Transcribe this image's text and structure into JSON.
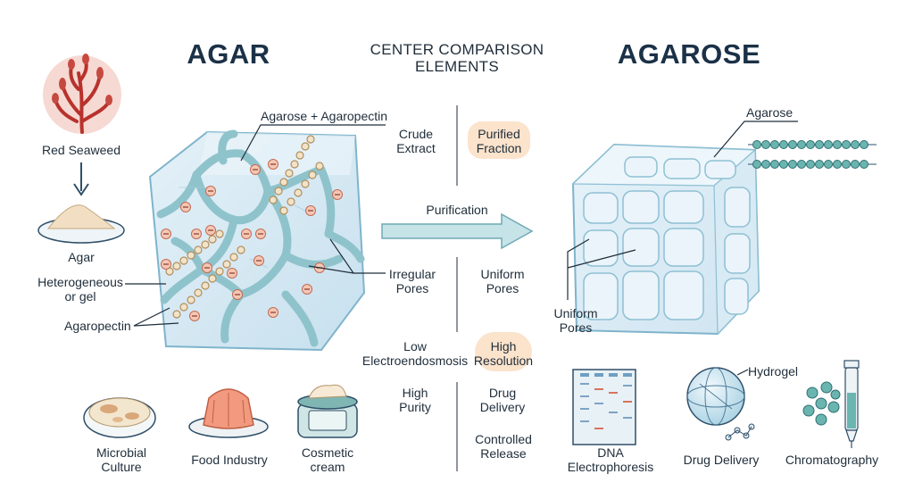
{
  "titles": {
    "left": "AGAR",
    "center": [
      "CENTER COMPARISON",
      "ELEMENTS"
    ],
    "right": "AGAROSE"
  },
  "left_labels": {
    "red_seaweed": "Red Seaweed",
    "agar": "Agar",
    "heterogeneous": [
      "Heterogeneous",
      "or gel"
    ],
    "agaropectin": "Agaropectin",
    "agarose_agaropectin": "Agarose + Agaropectin",
    "irregular_pores": [
      "Irregular",
      "Pores"
    ]
  },
  "comparison": {
    "crude_extract": [
      "Crude",
      "Extract"
    ],
    "purified_fraction": [
      "Purified",
      "Fraction"
    ],
    "purification": "Purification",
    "uniform_pores": [
      "Uniform",
      "Pores"
    ],
    "low_eeo": [
      "Low",
      "Electroendosmosis"
    ],
    "high_resolution": [
      "High",
      "Resolution"
    ],
    "high_purity": [
      "High",
      "Purity"
    ],
    "drug_delivery": [
      "Drug",
      "Delivery"
    ],
    "controlled_release": [
      "Controlled",
      "Release"
    ]
  },
  "right_labels": {
    "agarose": "Agarose",
    "uniform_pores": [
      "Uniform",
      "Pores"
    ],
    "hydrogel": "Hydrogel"
  },
  "applications": {
    "agar": [
      {
        "name": [
          "Microbial",
          "Culture"
        ],
        "icon": "petri-dish-icon"
      },
      {
        "name": [
          "Food Industry"
        ],
        "icon": "jelly-icon"
      },
      {
        "name": [
          "Cosmetic",
          "cream"
        ],
        "icon": "cream-jar-icon"
      }
    ],
    "agarose": [
      {
        "name": [
          "DNA",
          "Electrophoresis"
        ],
        "icon": "gel-electrophoresis-icon"
      },
      {
        "name": [
          "Drug Delivery"
        ],
        "icon": "hydrogel-sphere-icon"
      },
      {
        "name": [
          "Chromatography"
        ],
        "icon": "chromatography-column-icon"
      }
    ]
  },
  "colors": {
    "title": "#1b3147",
    "gel_fill": "#d6e9f3",
    "gel_strand": "#92c7cf",
    "agaropectin_bead": "#f1e3c8",
    "charge_bead": "#f4c7b4",
    "agarose_bead": "#6bb5b0",
    "seaweed": "#b8322c",
    "highlight": "#fbe3cc",
    "arrow": "#bfe0e4"
  }
}
